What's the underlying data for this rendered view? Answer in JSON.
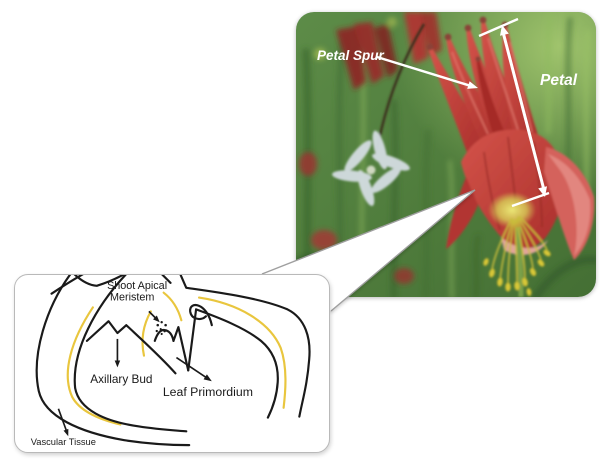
{
  "photo_panel": {
    "petal_spur_label": "Petal Spur",
    "petal_label": "Petal"
  },
  "diagram_panel": {
    "shoot_apical_line1": "Shoot Apical",
    "shoot_apical_line2": "Meristem",
    "axillary_bud_label": "Axillary Bud",
    "leaf_primordium_label": "Leaf Primordium",
    "vascular_tissue_label": "Vascular Tissue"
  },
  "colors": {
    "annotation_white": "#ffffff",
    "sketch_black": "#1a1a1a",
    "vascular_yellow": "#e9c63e",
    "flower_red": "#c13a34",
    "foliage_green": "#5d8c48",
    "box_border": "#b9b9b9"
  }
}
